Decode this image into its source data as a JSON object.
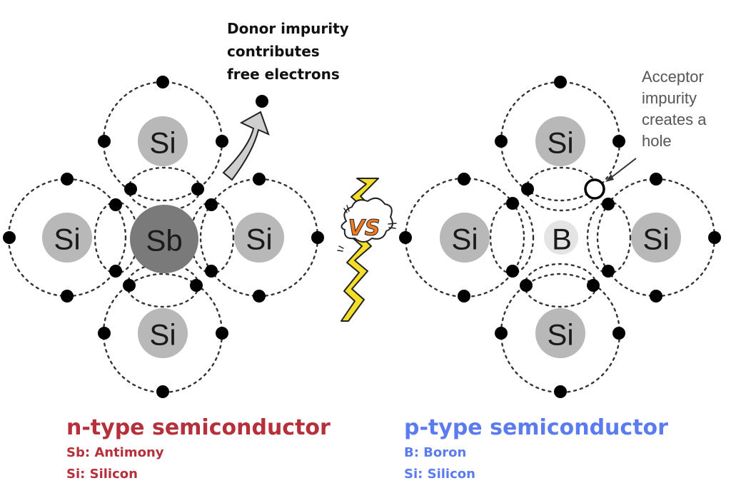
{
  "left_panel": {
    "annotation": [
      "Donor impurity",
      "contributes",
      "free electrons"
    ],
    "atoms": {
      "center": "Sb",
      "top": "Si",
      "left": "Si",
      "right": "Si",
      "bottom": "Si"
    },
    "caption": {
      "title": "n-type semiconductor",
      "lines": [
        "Sb: Antimony",
        "Si: Silicon"
      ],
      "color": "#b5303a"
    }
  },
  "right_panel": {
    "annotation": [
      "Acceptor",
      "impurity",
      "creates a",
      "hole"
    ],
    "atoms": {
      "center": "B",
      "top": "Si",
      "left": "Si",
      "right": "Si",
      "bottom": "Si"
    },
    "caption": {
      "title": "p-type semiconductor",
      "lines": [
        "B: Boron",
        "Si: Silicon"
      ],
      "color": "#5b7cf0"
    }
  },
  "versus": {
    "label": "VS",
    "color": "#f47a20",
    "bolt_color": "#f5de2a"
  },
  "colors": {
    "si_fill": "#b8b8b8",
    "sb_fill": "#7a7a7a",
    "b_fill": "#e4e4e4",
    "arrow_fill": "#cfcfcf"
  }
}
